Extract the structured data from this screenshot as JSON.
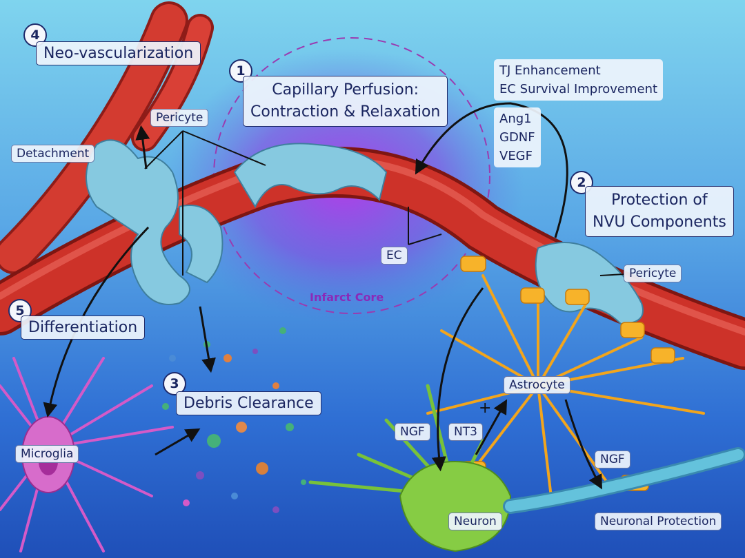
{
  "steps": {
    "neovascularization": {
      "number": "4",
      "label": "Neo-vascularization"
    },
    "capillary_perfusion": {
      "number": "1",
      "label_line1": "Capillary Perfusion:",
      "label_line2": "Contraction & Relaxation"
    },
    "protection": {
      "number": "2",
      "label_line1": "Protection of",
      "label_line2": "NVU Components"
    },
    "debris_clearance": {
      "number": "3",
      "label": "Debris Clearance"
    },
    "differentiation": {
      "number": "5",
      "label": "Differentiation"
    }
  },
  "labels": {
    "pericyte_left": "Pericyte",
    "pericyte_right": "Pericyte",
    "detachment": "Detachment",
    "ec": "EC",
    "infarct_core": "Infarct Core",
    "microglia": "Microglia",
    "astrocyte": "Astrocyte",
    "ngf_left": "NGF",
    "nt3": "NT3",
    "ngf_right": "NGF",
    "neuron": "Neuron",
    "neuronal_protection": "Neuronal Protection",
    "plus_sign": "+"
  },
  "factors": {
    "tj_enhancement": "TJ Enhancement",
    "ec_survival": "EC Survival Improvement",
    "ang1": "Ang1",
    "gdnf": "GDNF",
    "vegf": "VEGF"
  },
  "colors": {
    "vessel_red": "#c8302a",
    "pericyte_blue": "#7fc4dc",
    "astrocyte_orange": "#f2a51c",
    "neuron_green": "#7cc63a",
    "microglia_pink": "#d45ac8",
    "infarct_purple": "#9b2fd6",
    "label_navy": "#1b2660"
  }
}
